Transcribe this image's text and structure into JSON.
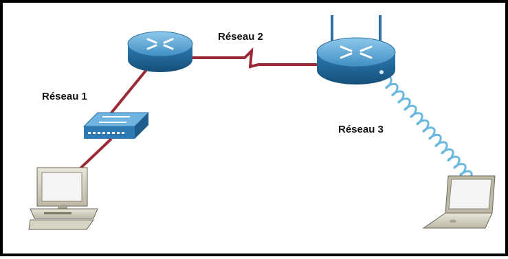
{
  "labels": {
    "network_1": "Réseau 1",
    "network_2": "Réseau 2",
    "network_3": "Réseau 3"
  },
  "devices": [
    {
      "id": "router-1",
      "icon": "router-icon"
    },
    {
      "id": "wireless-router",
      "icon": "wireless-router-icon"
    },
    {
      "id": "switch",
      "icon": "switch-icon"
    },
    {
      "id": "desktop-pc",
      "icon": "desktop-computer-icon"
    },
    {
      "id": "laptop",
      "icon": "laptop-icon"
    }
  ],
  "colors": {
    "cable": "#9b2a36",
    "router_top": "#5fa9d6",
    "router_side": "#1f6fa6",
    "wireless_link": "#6ab7e0",
    "frame": "#000000"
  }
}
